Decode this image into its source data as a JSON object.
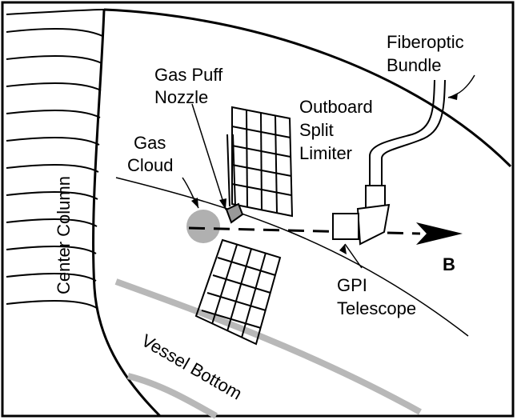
{
  "labels": {
    "fiberoptic_line1": "Fiberoptic",
    "fiberoptic_line2": "Bundle",
    "gas_puff_line1": "Gas Puff",
    "gas_puff_line2": "Nozzle",
    "outboard_line1": "Outboard",
    "outboard_line2": "Split",
    "outboard_line3": "Limiter",
    "gas_cloud_line1": "Gas",
    "gas_cloud_line2": "Cloud",
    "center_column": "Center Column",
    "b_field": "B",
    "gpi_line1": "GPI",
    "gpi_line2": "Telescope",
    "vessel_bottom": "Vessel Bottom"
  },
  "colors": {
    "line": "#000000",
    "gas_cloud": "#b0b0b0",
    "vessel_floor": "#b8b8b8",
    "background": "#ffffff"
  }
}
